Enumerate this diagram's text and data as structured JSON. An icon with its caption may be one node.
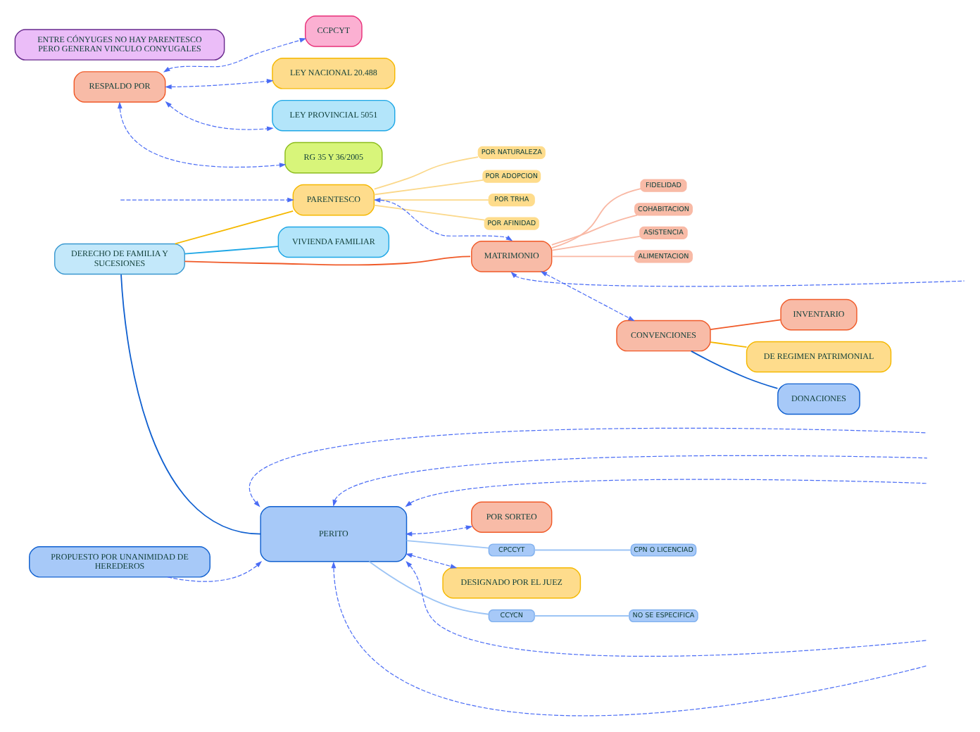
{
  "diagram": {
    "nodes": [
      {
        "text": [
          "DERECHO DE FAMILIA Y SUCESIONES"
        ]
      },
      {
        "text": [
          "VIVIENDA FAMILIAR"
        ]
      },
      {
        "text": [
          "PARENTESCO"
        ]
      },
      {
        "text": [
          "POR NATURALEZA"
        ]
      },
      {
        "text": [
          "POR ADOPCION"
        ]
      },
      {
        "text": [
          "POR TRHA"
        ]
      },
      {
        "text": [
          "POR AFINIDAD"
        ]
      },
      {
        "text": [
          "MATRIMONIO"
        ]
      },
      {
        "text": [
          "FIDELIDAD"
        ]
      },
      {
        "text": [
          "COHABITACION"
        ]
      },
      {
        "text": [
          "ASISTENCIA"
        ]
      },
      {
        "text": [
          "ALIMENTACION"
        ]
      },
      {
        "text": [
          "CONVENCIONES"
        ]
      },
      {
        "text": [
          "DONACIONES"
        ]
      },
      {
        "text": [
          "INVENTARIO"
        ]
      },
      {
        "text": [
          "DE REGIMEN PATRIMONIAL"
        ]
      },
      {
        "text": [
          "PERITO"
        ]
      },
      {
        "text": [
          "CCYCN"
        ]
      },
      {
        "text": [
          "NO SE ESPECIFICA"
        ]
      },
      {
        "text": [
          "CPCCYT"
        ]
      },
      {
        "text": [
          "CPN O LICENCIAD"
        ]
      },
      {
        "text": [
          "PROPUESTO POR UNANIMIDAD DE HEREDEROS"
        ]
      },
      {
        "text": [
          "POR SORTEO"
        ]
      },
      {
        "text": [
          "DESIGNADO POR EL JUEZ"
        ]
      },
      {
        "text": [
          "RESPALDO POR"
        ]
      },
      {
        "text": [
          "CCPCYT"
        ]
      },
      {
        "text": [
          "LEY NACIONAL 20.488"
        ]
      },
      {
        "text": [
          "LEY PROVINCIAL 5051"
        ]
      },
      {
        "text": [
          "RG 35 Y 36/2005"
        ]
      },
      {
        "text": [
          "ENTRE CÓNYUGES NO HAY PARENTESCO PERO GENERAN VINCULO CONYUGALES"
        ]
      }
    ],
    "edges": [
      {
        "from": 0,
        "to": 1,
        "arrow": "none",
        "color": "#1ea7e6"
      },
      {
        "from": 0,
        "to": 2,
        "arrow": "none",
        "color": "#f5b800"
      },
      {
        "from": 0,
        "to": 7,
        "arrow": "none",
        "color": "#f05a28"
      },
      {
        "from": 0,
        "to": 16,
        "arrow": "none",
        "color": "#1060d0"
      },
      {
        "from": 2,
        "to": 3,
        "arrow": "none",
        "color": "#fbd88a"
      },
      {
        "from": 2,
        "to": 4,
        "arrow": "none",
        "color": "#fbd88a"
      },
      {
        "from": 2,
        "to": 5,
        "arrow": "none",
        "color": "#fbd88a"
      },
      {
        "from": 2,
        "to": 6,
        "arrow": "none",
        "color": "#fbd88a"
      },
      {
        "from": 2,
        "to": 7,
        "arrow": "both",
        "style": "dashed"
      },
      {
        "from": null,
        "to": 2,
        "arrow": "to",
        "style": "dashed"
      },
      {
        "from": 7,
        "to": 8,
        "arrow": "none",
        "color": "#f9b8a4"
      },
      {
        "from": 7,
        "to": 9,
        "arrow": "none",
        "color": "#f9b8a4"
      },
      {
        "from": 7,
        "to": 10,
        "arrow": "none",
        "color": "#f9b8a4"
      },
      {
        "from": 7,
        "to": 11,
        "arrow": "none",
        "color": "#f9b8a4"
      },
      {
        "from": 7,
        "to": 12,
        "arrow": "both",
        "style": "dashed"
      },
      {
        "from": null,
        "to": 7,
        "arrow": "to",
        "style": "dashed"
      },
      {
        "from": 12,
        "to": 13,
        "arrow": "none",
        "color": "#1060d0"
      },
      {
        "from": 12,
        "to": 14,
        "arrow": "none",
        "color": "#f05a28"
      },
      {
        "from": 12,
        "to": 15,
        "arrow": "none",
        "color": "#f5b800"
      },
      {
        "from": 16,
        "to": 17,
        "arrow": "none",
        "color": "#9cc4f5"
      },
      {
        "from": 17,
        "to": 18,
        "arrow": "none",
        "color": "#9cc4f5"
      },
      {
        "from": 16,
        "to": 19,
        "arrow": "none",
        "color": "#9cc4f5"
      },
      {
        "from": 19,
        "to": 20,
        "arrow": "none",
        "color": "#9cc4f5"
      },
      {
        "from": 21,
        "to": 16,
        "arrow": "to",
        "style": "dashed"
      },
      {
        "from": 16,
        "to": 22,
        "arrow": "both",
        "style": "dashed"
      },
      {
        "from": 16,
        "to": 23,
        "arrow": "both",
        "style": "dashed"
      },
      {
        "from": null,
        "to": 16,
        "arrow": "to",
        "style": "dashed"
      },
      {
        "from": null,
        "to": 16,
        "arrow": "to",
        "style": "dashed"
      },
      {
        "from": null,
        "to": 16,
        "arrow": "to",
        "style": "dashed"
      },
      {
        "from": null,
        "to": 16,
        "arrow": "to",
        "style": "dashed"
      },
      {
        "from": null,
        "to": 16,
        "arrow": "to",
        "style": "dashed"
      },
      {
        "from": 24,
        "to": 25,
        "arrow": "both",
        "style": "dashed"
      },
      {
        "from": 24,
        "to": 26,
        "arrow": "both",
        "style": "dashed"
      },
      {
        "from": 24,
        "to": 27,
        "arrow": "both",
        "style": "dashed"
      },
      {
        "from": 24,
        "to": 28,
        "arrow": "both",
        "style": "dashed"
      }
    ]
  }
}
